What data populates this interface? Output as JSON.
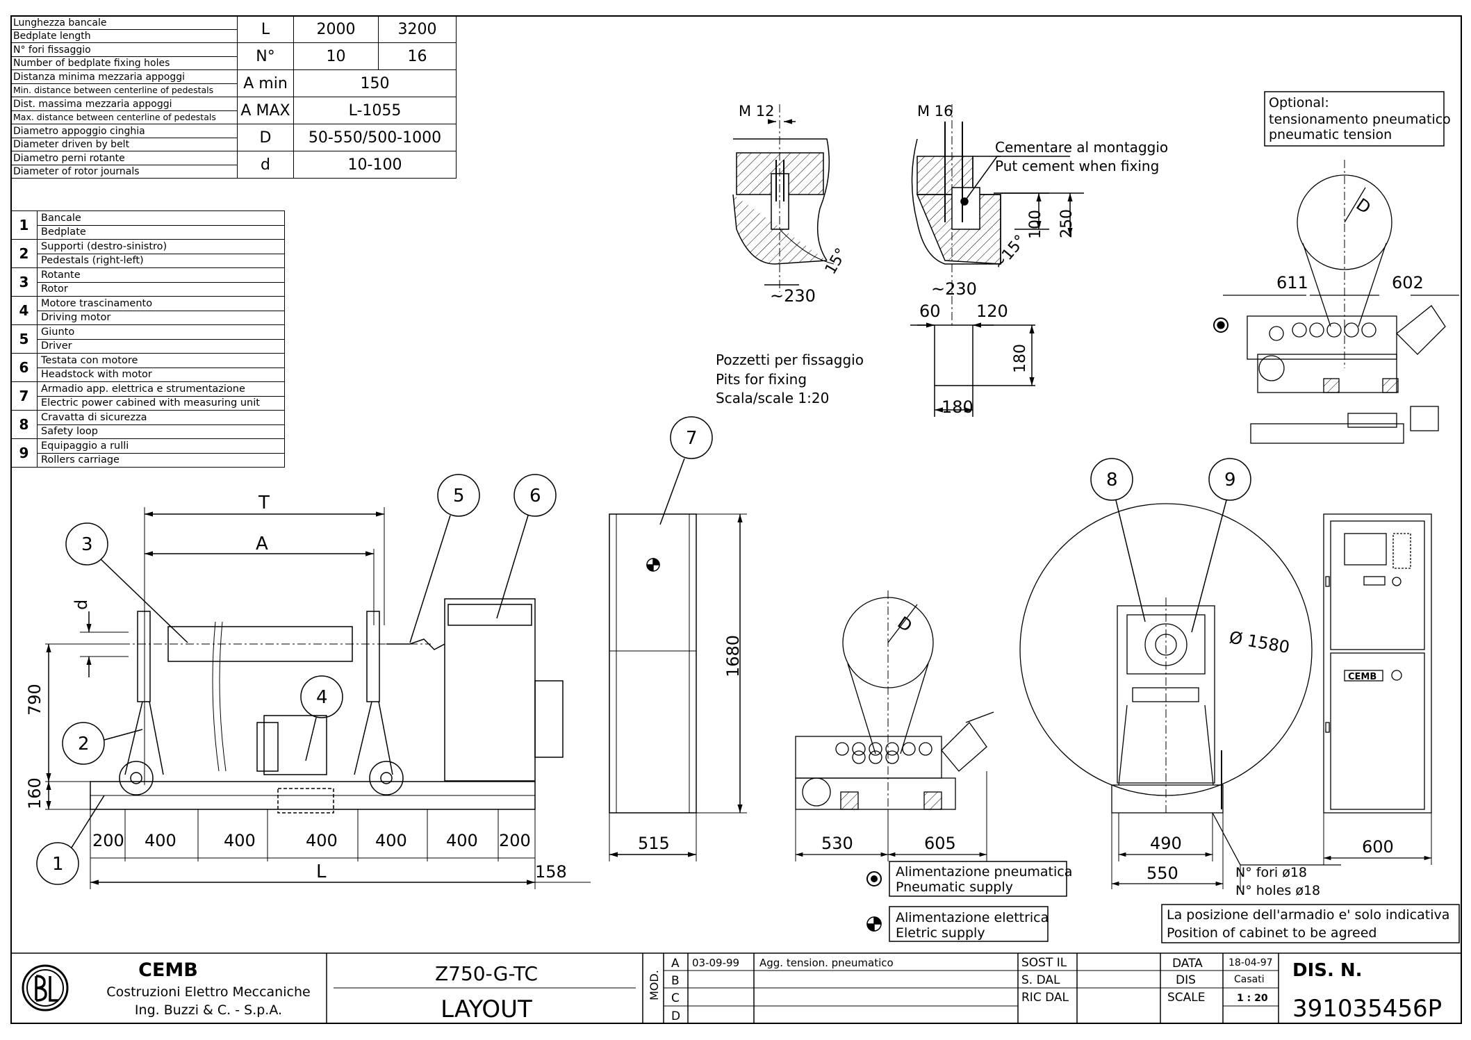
{
  "spec_table": {
    "rows": [
      {
        "it": "Lunghezza bancale",
        "en": "Bedplate length",
        "sym": "L",
        "v1": "2000",
        "v2": "3200"
      },
      {
        "it": "N° fori fissaggio",
        "en": "Number of bedplate fixing holes",
        "sym": "N°",
        "v1": "10",
        "v2": "16"
      },
      {
        "it": "Distanza minima mezzaria appoggi",
        "en": "Min. distance between centerline of pedestals",
        "sym": "A min",
        "v": "150"
      },
      {
        "it": "Dist. massima mezzaria appoggi",
        "en": "Max. distance between centerline of pedestals",
        "sym": "A MAX",
        "v": "L-1055"
      },
      {
        "it": "Diametro appoggio cinghia",
        "en": "Diameter driven by belt",
        "sym": "D",
        "v": "50-550/500-1000"
      },
      {
        "it": "Diametro perni rotante",
        "en": "Diameter of rotor journals",
        "sym": "d",
        "v": "10-100"
      }
    ]
  },
  "parts_list": [
    {
      "n": "1",
      "it": "Bancale",
      "en": "Bedplate"
    },
    {
      "n": "2",
      "it": "Supporti (destro-sinistro)",
      "en": "Pedestals (right-left)"
    },
    {
      "n": "3",
      "it": "Rotante",
      "en": "Rotor"
    },
    {
      "n": "4",
      "it": "Motore trascinamento",
      "en": "Driving motor"
    },
    {
      "n": "5",
      "it": "Giunto",
      "en": "Driver"
    },
    {
      "n": "6",
      "it": "Testata con motore",
      "en": "Headstock with motor"
    },
    {
      "n": "7",
      "it": "Armadio app. elettrica e strumentazione",
      "en": "Electric power cabined with measuring unit"
    },
    {
      "n": "8",
      "it": "Cravatta di sicurezza",
      "en": "Safety loop"
    },
    {
      "n": "9",
      "it": "Equipaggio a rulli",
      "en": "Rollers carriage"
    }
  ],
  "pits": {
    "m12": "M 12",
    "m16": "M 16",
    "cement_it": "Cementare al montaggio",
    "cement_en": "Put cement when fixing",
    "dim_230a": "~230",
    "dim_15a": "15°",
    "dim_230b": "~230",
    "dim_15b": "~15°",
    "dim_100": "100",
    "dim_250": "250",
    "dim_60": "60",
    "dim_120": "120",
    "dim_180v": "180",
    "dim_180h": "180",
    "caption_it": "Pozzetti per fissaggio",
    "caption_en": "Pits for fixing",
    "caption_scale": "Scala/scale 1:20"
  },
  "optional": {
    "line1": "Optional:",
    "line2": "tensionamento pneumatico",
    "line3": "pneumatic tension",
    "dim_611": "611",
    "dim_602": "602",
    "dim_D": "D"
  },
  "main_view": {
    "T": "T",
    "A": "A",
    "d": "d",
    "h790": "790",
    "h160": "160",
    "spacing": [
      "200",
      "400",
      "400",
      "400",
      "400",
      "400",
      "200"
    ],
    "L": "L",
    "dim_158": "158",
    "balloons": [
      "1",
      "2",
      "3",
      "4",
      "5",
      "6",
      "7"
    ]
  },
  "cabinet_side": {
    "height": "1680",
    "width": "515"
  },
  "rollers_view": {
    "D": "D",
    "dim_530": "530",
    "dim_605": "605"
  },
  "front_view": {
    "balloon8": "8",
    "balloon9": "9",
    "dia": "Ø 1580",
    "dim_490": "490",
    "dim_550": "550",
    "holes_it": "N° fori ø18",
    "holes_en": "N° holes ø18"
  },
  "cabinet_front": {
    "width": "600",
    "logo": "CEMB"
  },
  "legend": {
    "pneu_it": "Alimentazione pneumatica",
    "pneu_en": "Pneumatic supply",
    "elec_it": "Alimentazione elettrica",
    "elec_en": "Eletric supply",
    "note_it": "La posizione dell'armadio e' solo indicativa",
    "note_en": "Position of cabinet to be agreed"
  },
  "title_block": {
    "company": "CEMB",
    "company_line2": "Costruzioni Elettro Meccaniche",
    "company_line3": "Ing. Buzzi & C. - S.p.A.",
    "drawing_code": "Z750-G-TC",
    "drawing_title": "LAYOUT",
    "mod_label": "MOD.",
    "revisions": [
      {
        "rev": "A",
        "date": "03-09-99",
        "desc": "Agg. tension. pneumatico"
      },
      {
        "rev": "B",
        "date": "",
        "desc": ""
      },
      {
        "rev": "C",
        "date": "",
        "desc": ""
      },
      {
        "rev": "D",
        "date": "",
        "desc": ""
      }
    ],
    "sost": "SOST IL",
    "s_dal": "S. DAL",
    "ric_dal": "RIC DAL",
    "data_label": "DATA",
    "data_value": "18-04-97",
    "dis_label": "DIS",
    "dis_value": "Casati",
    "scale_label": "SCALE",
    "scale_value": "1 : 20",
    "dis_n_label": "DIS. N.",
    "dis_n_value": "391035456P"
  }
}
